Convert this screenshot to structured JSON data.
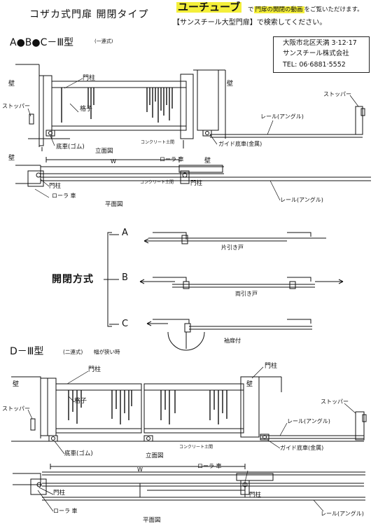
{
  "header": {
    "title": "コザカ式門扉 開閉タイプ",
    "youtube": "ユーチューブ",
    "youtube_note_pre": "で",
    "youtube_note_hl": "門扉の開閉の動画",
    "youtube_note_post": "をご覧いただけます。",
    "search_line": "【サンスチール大型門扉】で検索してください。"
  },
  "company": {
    "address": "大阪市北区天満 3·12·17",
    "name": "サンスチール株式会社",
    "tel": "TEL: 06·6881·5552"
  },
  "section1": {
    "heading": "A●B●C－Ⅲ型",
    "sub": "(一連式)",
    "elevation": {
      "wall_left": "壁",
      "post": "門柱",
      "wall_right": "壁",
      "stopper": "ストッパー",
      "lattice": "格子",
      "rail": "レール(アングル)",
      "bottom_wheel": "底車(ゴム)",
      "concrete": "コンクリート土間",
      "guide_wheel": "ガイド底車(金属)",
      "caption": "立面図"
    },
    "plan": {
      "wall": "壁",
      "w": "W",
      "roller_top": "ローラ 車",
      "wall2": "壁",
      "post": "門柱",
      "concrete": "コンクリート土間",
      "roller_left": "ローラ 車",
      "rail": "レール(アングル)",
      "caption": "平面図"
    }
  },
  "methods": {
    "label": "開閉方式",
    "a": "A",
    "b": "B",
    "c": "C",
    "a_caption": "片引き戸",
    "b_caption": "両引き戸",
    "c_caption": "袖扉付"
  },
  "section2": {
    "heading": "D－Ⅲ型",
    "sub": "(二連式)",
    "note": "幅が狭い時",
    "elevation": {
      "post_left": "門柱",
      "post_right": "門柱",
      "wall_left": "壁",
      "wall_right": "壁",
      "lattice": "格子",
      "stopper": "ストッパー",
      "stopper_left": "ストッパー",
      "rail": "レール(アングル)",
      "bottom_wheel": "底車(ゴム)",
      "concrete": "コンクリート土間",
      "guide_wheel": "ガイド底車(金属)",
      "caption": "立面図"
    },
    "plan": {
      "w": "W",
      "roller_top": "ローラ 車",
      "post": "門柱",
      "roller_left": "ローラ 車",
      "rail": "レール(アングル)",
      "caption": "平面図"
    }
  }
}
